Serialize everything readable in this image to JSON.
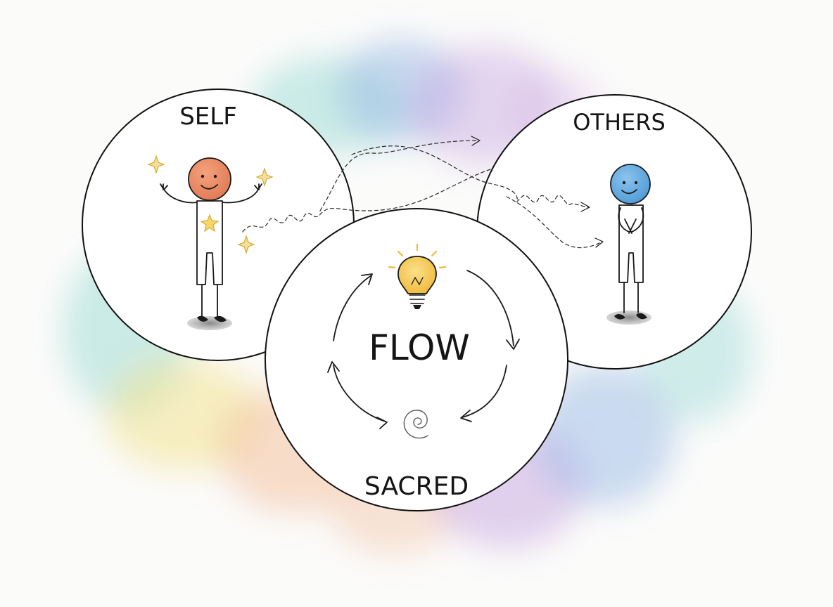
{
  "labels": {
    "self": "SELF",
    "others": "OTHERS",
    "center": "FLOW",
    "sacred": "SACRED"
  },
  "icons": {
    "self_figure": "smiling-person-arms-raised-icon",
    "others_figure": "smiling-person-hands-clasped-icon",
    "idea": "lightbulb-icon",
    "spiral": "spiral-icon",
    "sparkles": "sparkle-icon",
    "cycle": "circular-arrows-icon",
    "connection": "dashed-squiggle-arrow-icon"
  },
  "colors": {
    "self_head": "#e7865f",
    "others_head": "#5fa8dc",
    "bulb": "#f3c647",
    "sparkle": "#e9c15a",
    "outline": "#111111",
    "watercolor_teal": "#8fd6cf",
    "watercolor_blue": "#9ab9e6",
    "watercolor_purple": "#c8a6e0",
    "watercolor_yellow": "#f2e28a",
    "watercolor_orange": "#f1b58e"
  }
}
